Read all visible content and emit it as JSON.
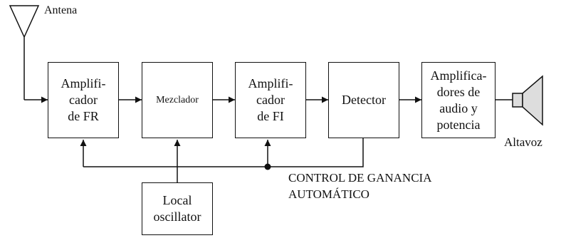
{
  "diagram": {
    "antenna_label": "Antena",
    "speaker_label": "Altavoz",
    "agc_label_line1": "CONTROL DE GANANCIA",
    "agc_label_line2": "AUTOMÁTICO",
    "blocks": {
      "rf_amp": "Amplifi-\ncador\nde FR",
      "mixer": "Mezclador",
      "if_amp": "Amplifi-\ncador\nde FI",
      "detector": "Detector",
      "audio_amp": "Amplifica-\ndores de\naudio y\npotencia",
      "local_osc": "Local\noscillator"
    }
  }
}
